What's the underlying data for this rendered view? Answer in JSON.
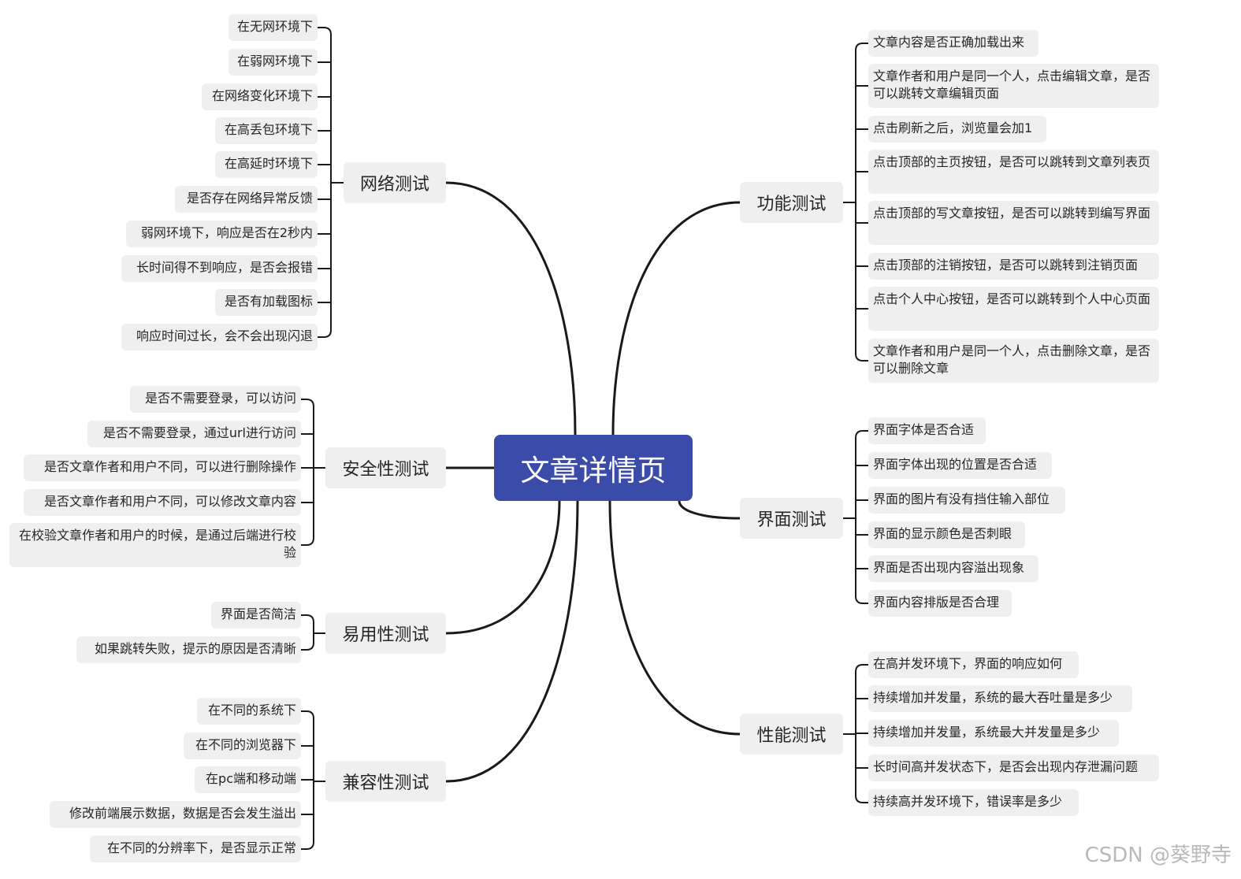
{
  "root": "文章详情页",
  "watermark": "CSDN @葵野寺",
  "branches": [
    {
      "label": "网络测试",
      "items": [
        "在无网环境下",
        "在弱网环境下",
        "在网络变化环境下",
        "在高丢包环境下",
        "在高延时环境下",
        "是否存在网络异常反馈",
        "弱网环境下，响应是否在2秒内",
        "长时间得不到响应，是否会报错",
        "是否有加载图标",
        "响应时间过长，会不会出现闪退"
      ]
    },
    {
      "label": "安全性测试",
      "items": [
        "是否不需要登录，可以访问",
        "是否不需要登录，通过url进行访问",
        "是否文章作者和用户不同，可以进行删除操作",
        "是否文章作者和用户不同，可以修改文章内容",
        "在校验文章作者和用户的时候，是通过后端进行校验"
      ]
    },
    {
      "label": "易用性测试",
      "items": [
        "界面是否简洁",
        "如果跳转失败，提示的原因是否清晰"
      ]
    },
    {
      "label": "兼容性测试",
      "items": [
        "在不同的系统下",
        "在不同的浏览器下",
        "在pc端和移动端",
        "修改前端展示数据，数据是否会发生溢出",
        "在不同的分辨率下，是否显示正常"
      ]
    },
    {
      "label": "功能测试",
      "items": [
        "文章内容是否正确加载出来",
        "文章作者和用户是同一个人，点击编辑文章，是否可以跳转文章编辑页面",
        "点击刷新之后，浏览量会加1",
        "点击顶部的主页按钮，是否可以跳转到文章列表页",
        "点击顶部的写文章按钮，是否可以跳转到编写界面",
        "点击顶部的注销按钮，是否可以跳转到注销页面",
        "点击个人中心按钮，是否可以跳转到个人中心页面",
        "文章作者和用户是同一个人，点击删除文章，是否可以删除文章"
      ]
    },
    {
      "label": "界面测试",
      "items": [
        "界面字体是否合适",
        "界面字体出现的位置是否合适",
        "界面的图片有没有挡住输入部位",
        "界面的显示颜色是否刺眼",
        "界面是否出现内容溢出现象",
        "界面内容排版是否合理"
      ]
    },
    {
      "label": "性能测试",
      "items": [
        "在高并发环境下，界面的响应如何",
        "持续增加并发量，系统的最大吞吐量是多少",
        "持续增加并发量，系统最大并发量是多少",
        "长时间高并发状态下，是否会出现内存泄漏问题",
        "持续高并发环境下，错误率是多少"
      ]
    }
  ]
}
